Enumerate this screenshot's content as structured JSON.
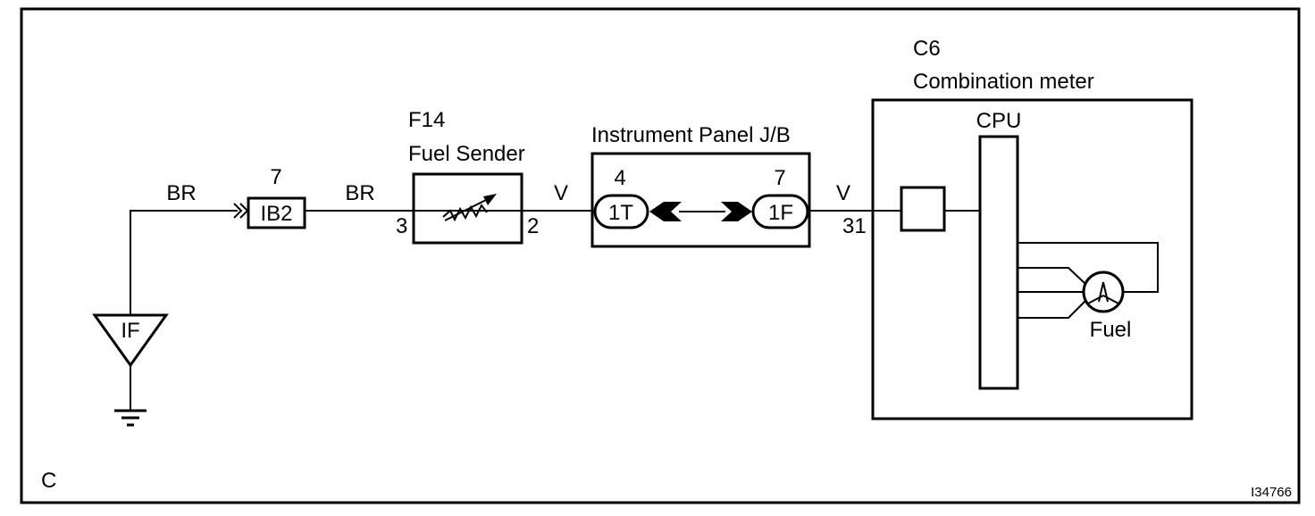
{
  "corner_label": "C",
  "figure_id": "I34766",
  "ground_point": {
    "label": "IF"
  },
  "connector_ib2": {
    "label": "IB2",
    "pin": "7"
  },
  "wire_colors": {
    "ground_wire": "BR",
    "ib2_to_sender": "BR",
    "sender_to_jb": "V",
    "jb_to_meter": "V"
  },
  "fuel_sender": {
    "code": "F14",
    "name": "Fuel Sender",
    "pin_in": "3",
    "pin_out": "2"
  },
  "junction_block": {
    "name": "Instrument Panel J/B",
    "left_connector": {
      "label": "1T",
      "pin": "4"
    },
    "right_connector": {
      "label": "1F",
      "pin": "7"
    }
  },
  "combination_meter": {
    "code": "C6",
    "name": "Combination meter",
    "pin": "31",
    "cpu_label": "CPU",
    "gauge_label": "Fuel"
  }
}
